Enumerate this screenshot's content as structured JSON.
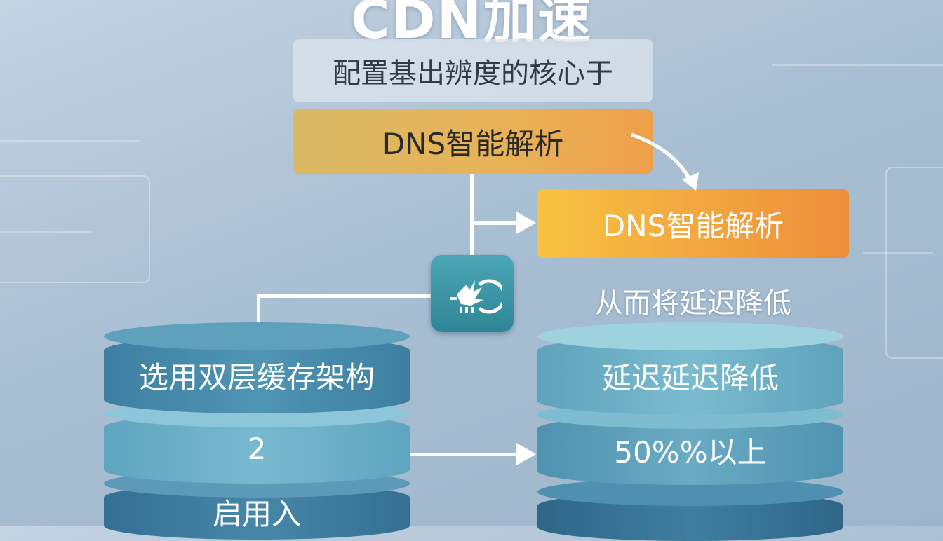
{
  "title": "CDN加速",
  "subtitle": "配置基出辨度的核心于",
  "dns_primary": "DNS智能解析",
  "dns_secondary": "DNS智能解析",
  "caption": "从而将延迟降低",
  "left_stack": {
    "layers": [
      "选用双层缓存架构",
      "2",
      "启用入"
    ]
  },
  "right_stack": {
    "layers": [
      "延迟延迟降低",
      "50%%以上",
      ""
    ]
  },
  "icons": {
    "hub": "speed-burst-icon"
  },
  "colors": {
    "dns_primary": "#e9b257",
    "dns_secondary": "#f2a23f",
    "hub": "#3a95a6",
    "stack_dark": "#3d7fa0",
    "stack_light": "#79b9cf",
    "connector": "#ffffff"
  }
}
